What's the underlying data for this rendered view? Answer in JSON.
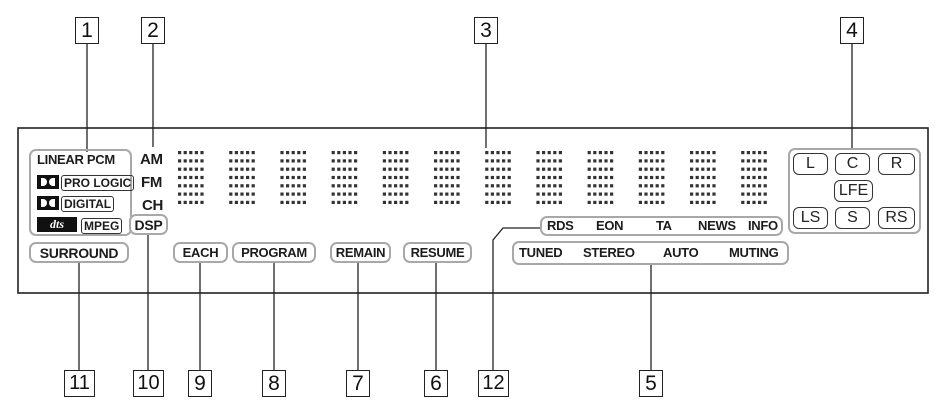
{
  "callouts": [
    "1",
    "2",
    "3",
    "4",
    "5",
    "6",
    "7",
    "8",
    "9",
    "10",
    "11",
    "12"
  ],
  "panel": {
    "linear_pcm": "LINEAR PCM",
    "pro_logic": "PRO LOGIC",
    "digital": "DIGITAL",
    "dts": "dts",
    "mpeg": "MPEG",
    "am": "AM",
    "fm": "FM",
    "ch": "CH",
    "dsp": "DSP",
    "surround": "SURROUND",
    "each": "EACH",
    "program": "PROGRAM",
    "remain": "REMAIN",
    "resume": "RESUME",
    "rds_row": [
      "RDS",
      "EON",
      "TA",
      "NEWS",
      "INFO"
    ],
    "status_row": [
      "TUNED",
      "STEREO",
      "AUTO",
      "MUTING"
    ],
    "channels": [
      "L",
      "C",
      "R",
      "LFE",
      "LS",
      "S",
      "RS"
    ],
    "dot_matrix_characters": 12
  },
  "colors": {
    "frame": "#222222",
    "indicator_border": "#a8a8a8",
    "dots": "#333333",
    "logo": "#111111"
  }
}
